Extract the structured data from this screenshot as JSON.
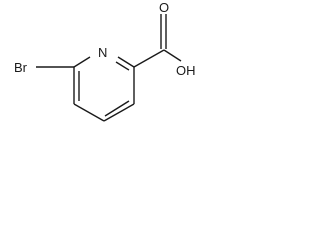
{
  "molecule": {
    "atoms": {
      "bromine": "Br",
      "ring_nitrogen": "N",
      "carbonyl_oxygen": "O",
      "hydroxyl": "OH"
    },
    "colors": {
      "bond": "#1a1a1a",
      "label": "#1a1a1a",
      "background": "#ffffff"
    }
  }
}
